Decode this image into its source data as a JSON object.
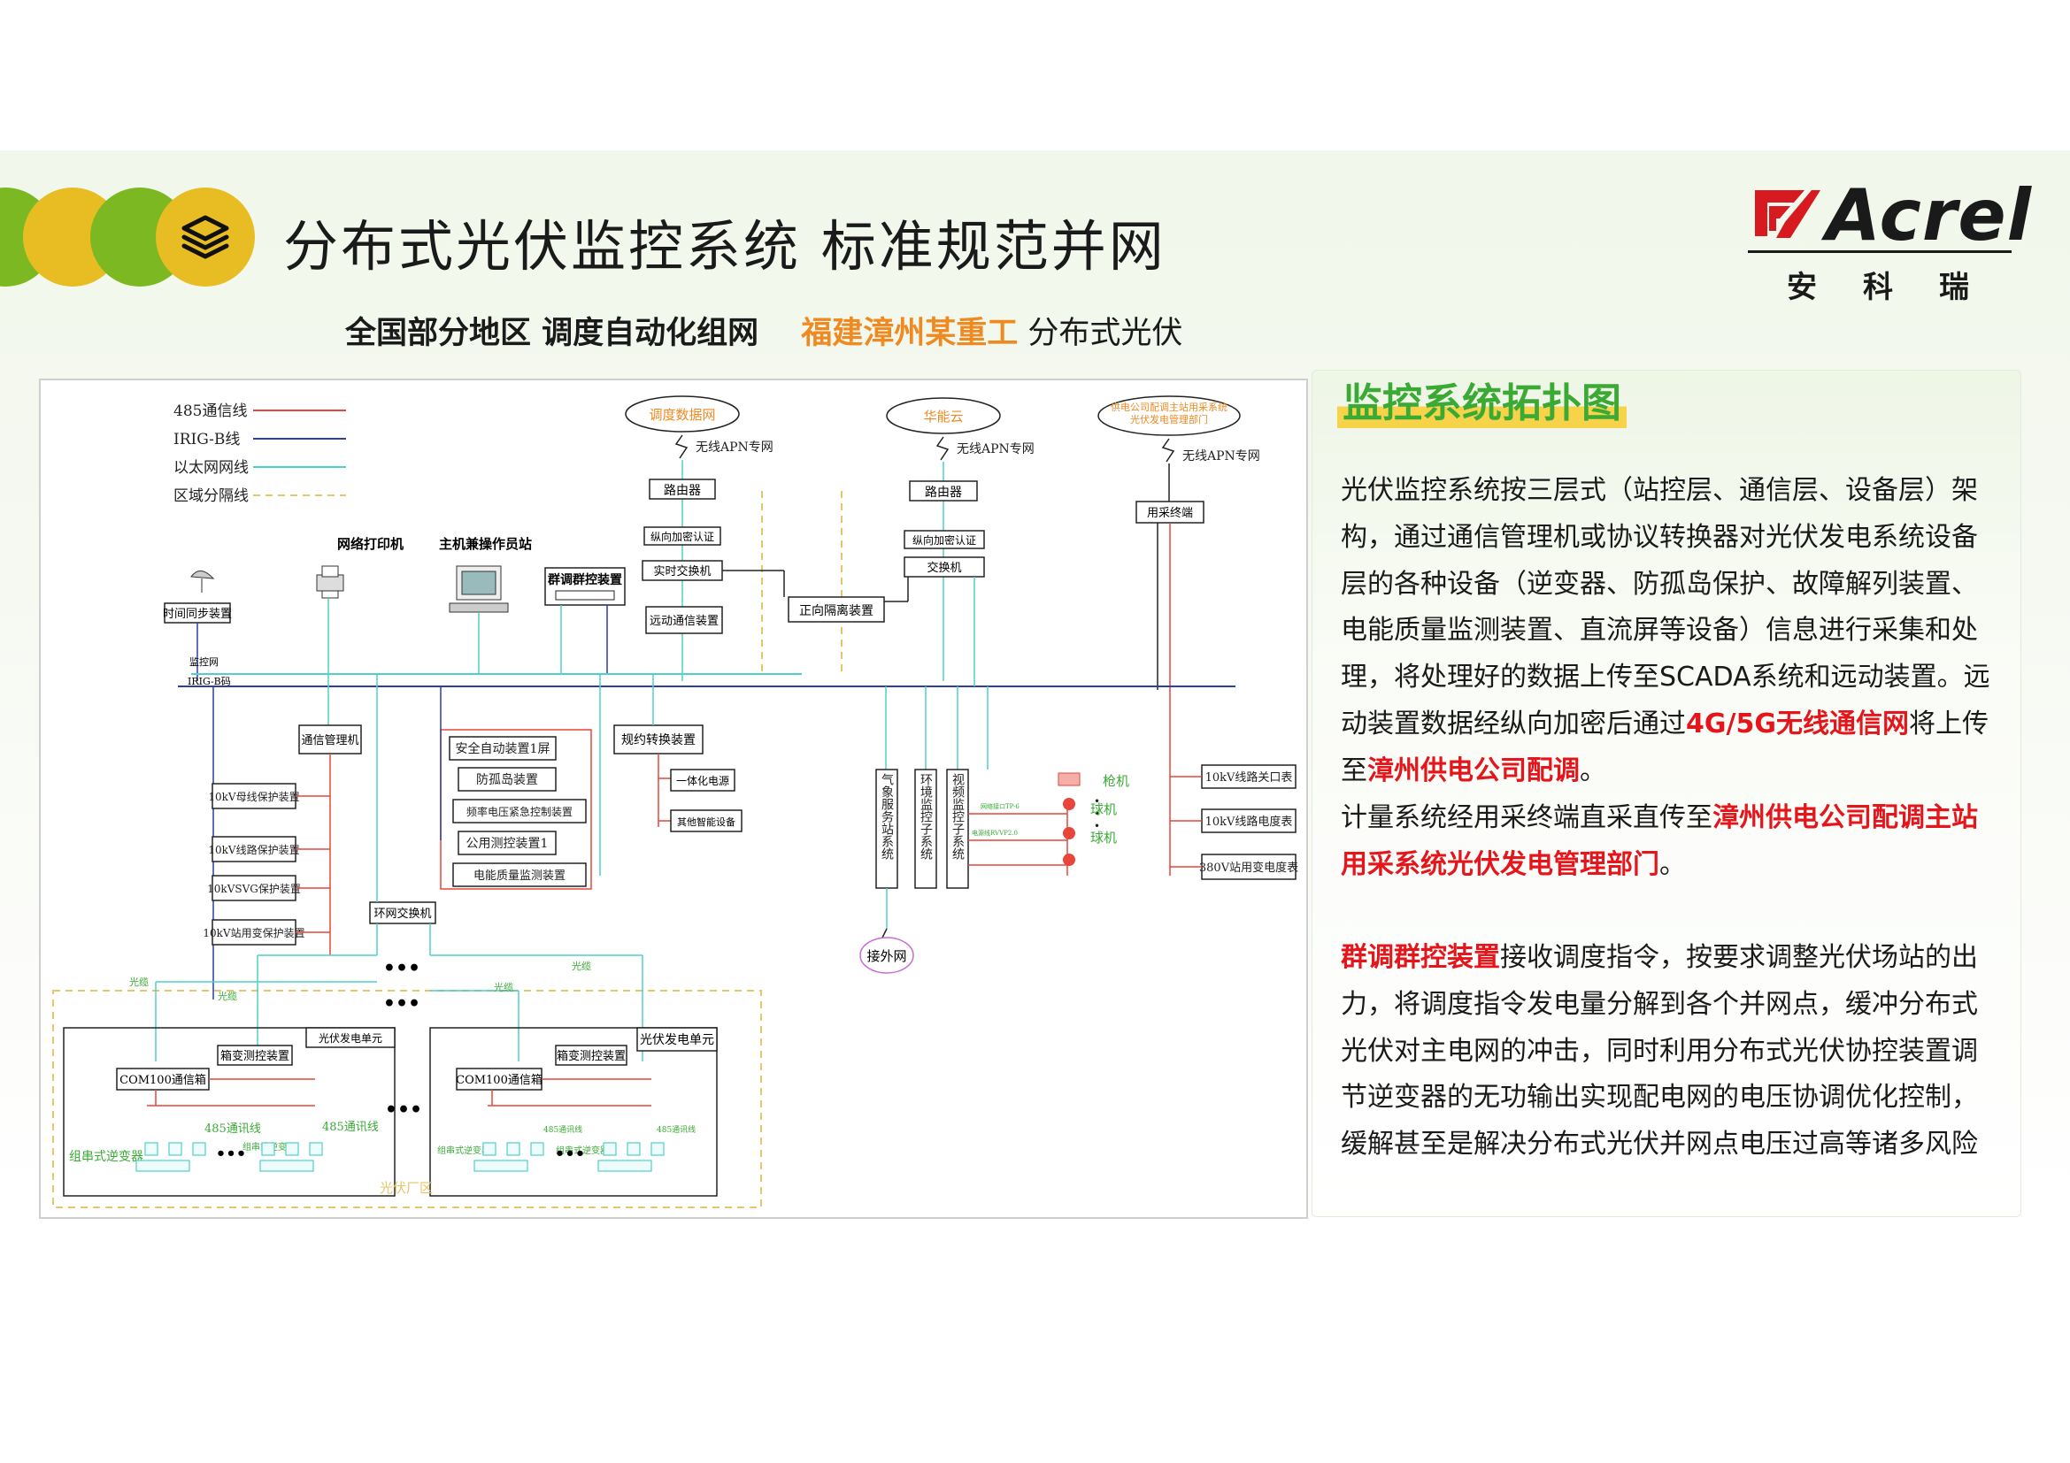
{
  "header": {
    "title": "分布式光伏监控系统    标准规范并网",
    "subtitle_bold": "全国部分地区 调度自动化组网",
    "subtitle_orange": "福建漳州某重工",
    "subtitle_rest": " 分布式光伏"
  },
  "logo": {
    "word": "Acrel",
    "cn": "安科瑞"
  },
  "panel": {
    "title": "监控系统拓扑图",
    "p1_a": "光伏监控系统按三层式（站控层、通信层、设备层）架构，通过通信管理机或协议转换器对光伏发电系统设备层的各种设备（逆变器、防孤岛保护、故障解列装置、电能质量监测装置、直流屏等设备）信息进行采集和处理，将处理好的数据上传至SCADA系统和远动装置。远动装置数据经纵向加密后通过",
    "p1_r1": "4G/5G无线通信网",
    "p1_b": "将上传至",
    "p1_r2": "漳州供电公司配调",
    "p1_c": "。",
    "p2_a": "计量系统经用采终端直采直传至",
    "p2_r": "漳州供电公司配调主站用采系统光伏发电管理部门",
    "p2_b": "。",
    "p3_r": "群调群控装置",
    "p3_a": "接收调度指令，按要求调整光伏场站的出力，将调度指令发电量分解到各个并网点，缓冲分布式光伏对主电网的冲击，同时利用分布式光伏协控装置调节逆变器的无功输出实现配电网的电压协调优化控制，缓解甚至是解决分布式光伏并网点电压过高等诸多风险"
  },
  "diagram": {
    "legend": [
      "485通信线",
      "IRIG-B线",
      "以太网网线",
      "区域分隔线"
    ],
    "clouds": [
      "调度数据网",
      "华能云",
      "供电公司配调主站用采系统光伏发电管理部门",
      "接外网"
    ],
    "apn": "无线APN专网",
    "labels": {
      "router": "路由器",
      "vert_encrypt": "纵向加密认证",
      "rt_switch": "实时交换机",
      "remote": "远动通信装置",
      "isolator": "正向隔离装置",
      "switch": "交换机",
      "collector": "用采终端",
      "printer": "网络打印机",
      "host": "主机兼操作员站",
      "group_ctrl": "群调群控装置",
      "time_sync": "时间同步装置",
      "monitor_net": "监控网",
      "irig": "IRIG-B码",
      "comm_mgr": "通信管理机",
      "protocol_conv": "规约转换装置",
      "ups": "一体化电源",
      "other": "其他智能设备",
      "ring_switch": "环网交换机",
      "pv_area": "光伏厂区",
      "pv_unit": "光伏发电单元",
      "box_meas": "箱变测控装置",
      "com100": "COM100通信箱",
      "com485": "485通讯线",
      "inverter": "组串式逆变器",
      "fiber": "光缆",
      "gun": "枪机",
      "ball": "球机",
      "video_a": "网络接口TP-6",
      "video_b": "电源线RVVP2.0"
    },
    "protection": [
      "10kV母线保护装置",
      "10kV线路保护装置",
      "10kVSVG保护装置",
      "10kV站用变保护装置"
    ],
    "security": [
      "安全自动装置1屏",
      "防孤岛装置",
      "频率电压紧急控制装置",
      "公用测控装置1",
      "电能质量监测装置"
    ],
    "subsystems": [
      "气象服务站系统",
      "环境监控子系统",
      "视频监控子系统"
    ],
    "meters": [
      "10kV线路关口表",
      "10kV线路电度表",
      "380V站用变电度表"
    ]
  },
  "colors": {
    "rs485": "#e8463a",
    "irig": "#2c3fa8",
    "ethernet": "#4fd0c8",
    "zone": "#e9c46a",
    "accent_green": "#3aaa35",
    "accent_red": "#e4161c",
    "accent_orange": "#ef8a22"
  }
}
